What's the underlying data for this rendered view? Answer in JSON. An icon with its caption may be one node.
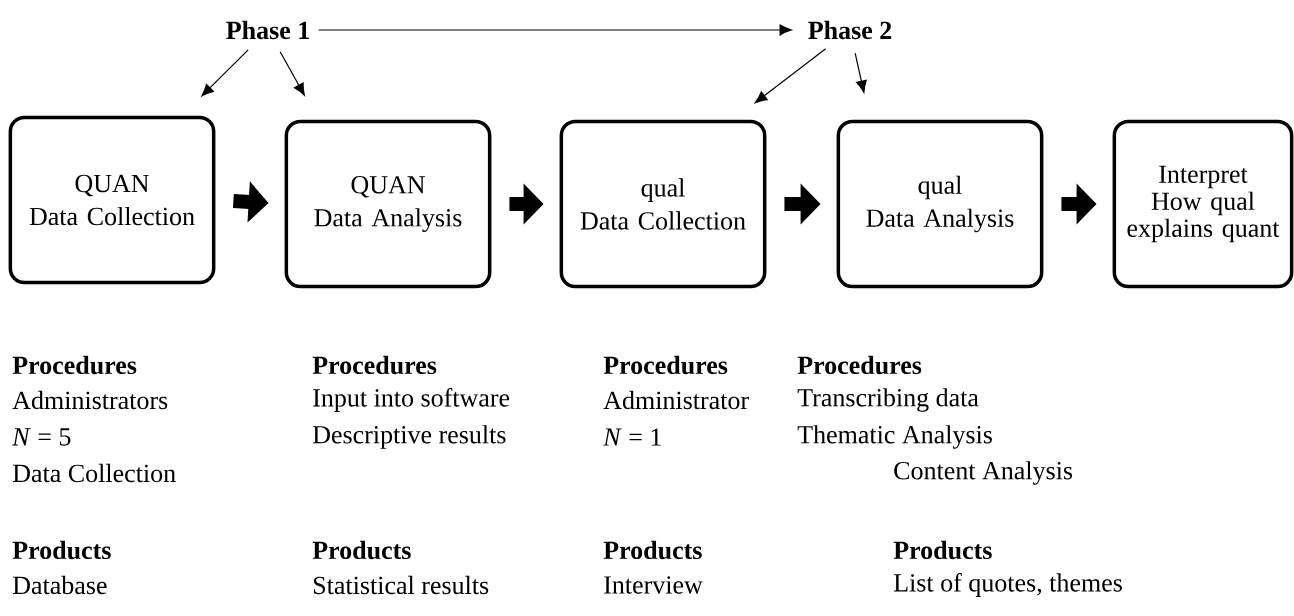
{
  "diagram": {
    "nodes": [
      {
        "text": [
          "Phase 1"
        ]
      },
      {
        "text": [
          "Phase 2"
        ]
      },
      {
        "text": [
          "QUAN",
          "Data Collection"
        ]
      },
      {
        "text": [
          "QUAN",
          "Data Analysis"
        ]
      },
      {
        "text": [
          "qual",
          "Data Collection"
        ]
      },
      {
        "text": [
          "qual",
          "Data Analysis"
        ]
      },
      {
        "text": [
          "Interpret How qual explains quant"
        ]
      }
    ],
    "edges": [
      {
        "from": 0,
        "to": 1,
        "arrow": "to"
      },
      {
        "from": 0,
        "to": 2,
        "arrow": "to"
      },
      {
        "from": 0,
        "to": 3,
        "arrow": "to"
      },
      {
        "from": 1,
        "to": 4,
        "arrow": "to"
      },
      {
        "from": 1,
        "to": 5,
        "arrow": "to"
      },
      {
        "from": 2,
        "to": 3,
        "arrow": "to",
        "style": "thick"
      },
      {
        "from": 3,
        "to": 4,
        "arrow": "to",
        "style": "thick"
      },
      {
        "from": 4,
        "to": 5,
        "arrow": "to",
        "style": "thick"
      },
      {
        "from": 5,
        "to": 6,
        "arrow": "to",
        "style": "thick"
      }
    ],
    "labels": [
      "Procedures",
      "Procedures",
      "Procedures",
      "Procedures",
      "Administrators",
      "Input into software",
      "Administrator",
      "Transcribing data",
      "*N* = 5",
      "Descriptive results",
      "*N* = 1",
      "Thematic Analysis",
      "Data Collection",
      "Content Analysis",
      "Products",
      "Products",
      "Products",
      "Products",
      "Database",
      "Statistical results",
      "Interview",
      "List of quotes, themes"
    ]
  }
}
